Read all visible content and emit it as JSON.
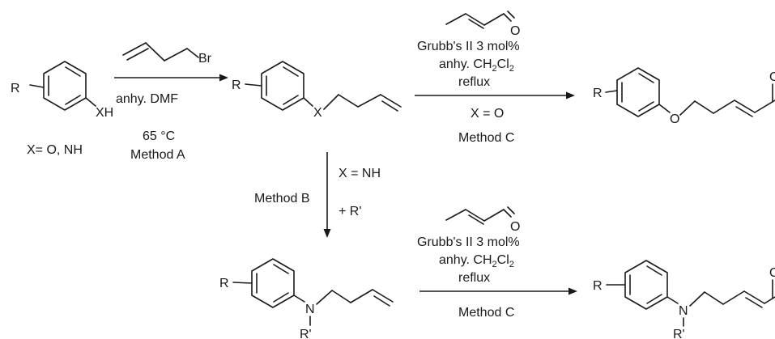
{
  "atoms": {
    "r": "R",
    "xh": "XH",
    "br": "Br",
    "x": "X",
    "o": "O",
    "n": "N",
    "r_prime": "R'"
  },
  "start_material": {
    "note": "X= O, NH"
  },
  "step_a": {
    "solvent": "anhy. DMF",
    "temperature": "65 °C",
    "method": "Method A"
  },
  "step_b": {
    "method": "Method B",
    "condition_x": "X = NH",
    "reagent": "+ R'"
  },
  "step_c_top": {
    "catalyst": "Grubb's II 3 mol%",
    "solvent_prefix": "anhy. CH",
    "sub_2a": "2",
    "solvent_cl": "Cl",
    "sub_2b": "2",
    "condition": "reflux",
    "condition_x": "X = O",
    "method": "Method C"
  },
  "step_c_bottom": {
    "catalyst": "Grubb's II 3 mol%",
    "solvent_prefix": "anhy. CH",
    "sub_2a": "2",
    "solvent_cl": "Cl",
    "sub_2b": "2",
    "condition": "reflux",
    "method": "Method C"
  }
}
